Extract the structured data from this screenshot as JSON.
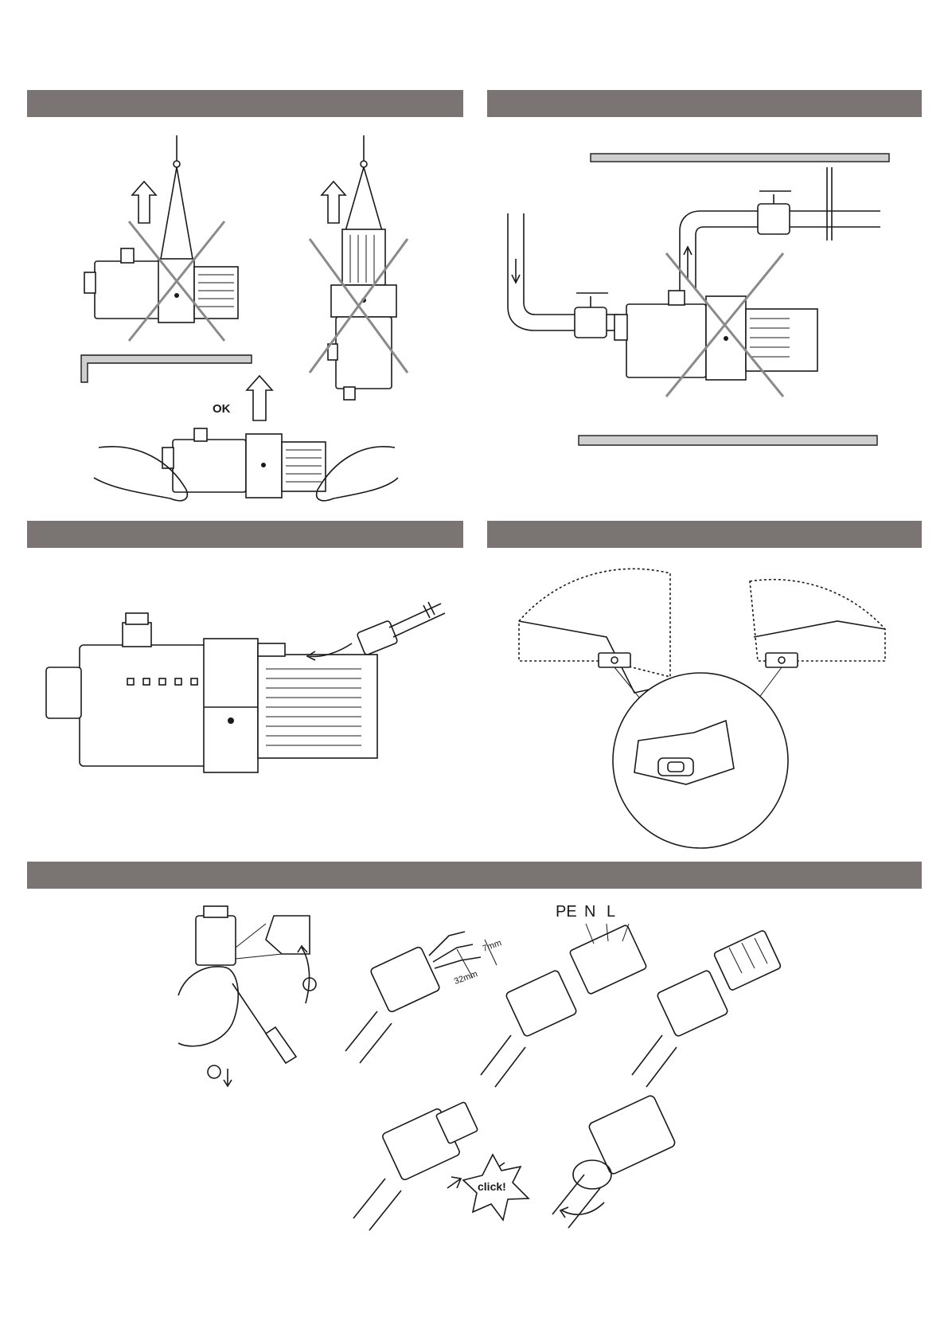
{
  "labels": {
    "ok": "OK",
    "pe": "PE",
    "n": "N",
    "l": "L",
    "strip_short": "7mm",
    "strip_long": "32mm",
    "click": "click!"
  },
  "colors": {
    "section_bar": "#7a7473",
    "cross_mark": "#8a8a8a",
    "line_art": "#1a1a1a"
  },
  "icons": [
    "lift-arrow-icon",
    "cross-mark-icon",
    "flow-arrow-icon",
    "screwdriver-icon",
    "click-star-icon",
    "rotate-arrow-icon"
  ]
}
